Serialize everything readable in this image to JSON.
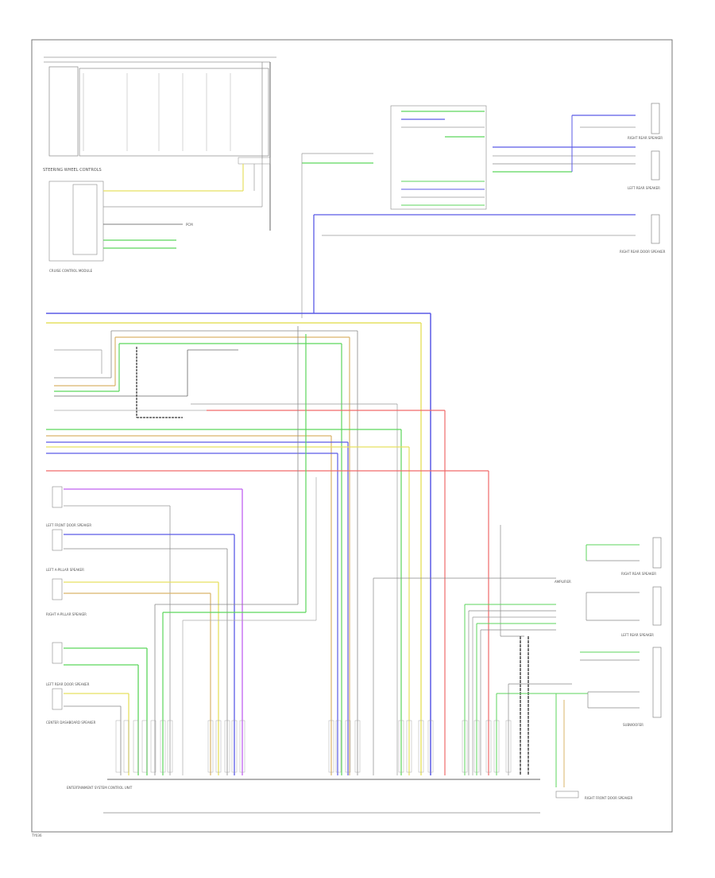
{
  "title": "",
  "labels": {
    "steering_wheel_controls": "STEERING WHEEL CONTROLS",
    "pcm": "PCM",
    "cruise_control_module": "CRUISE CONTROL MODULE",
    "left_front_door_speaker": "LEFT FRONT DOOR SPEAKER",
    "left_a_pillar_speaker": "LEFT A-PILLAR SPEAKER",
    "right_a_pillar_speaker": "RIGHT A-PILLAR SPEAKER",
    "left_rear_door_speaker": "LEFT REAR DOOR SPEAKER",
    "center_dashboard_speaker": "CENTER DASHBOARD SPEAKER",
    "right_rear_speaker_top": "RIGHT REAR SPEAKER",
    "left_rear_speaker_top": "LEFT REAR SPEAKER",
    "right_rear_door_speaker": "RIGHT REAR DOOR SPEAKER",
    "right_rear_speaker_mid": "RIGHT REAR SPEAKER",
    "left_rear_speaker_mid": "LEFT REAR SPEAKER",
    "subwoofer": "SUBWOOFER",
    "amplifier": "AMPLIFIER",
    "entertainment_control_unit": "ENTERTAINMENT SYSTEM CONTROL UNIT",
    "right_front_door_speaker": "RIGHT FRONT DOOR SPEAKER",
    "footer_code": "TY036"
  },
  "wire_colors": {
    "blue": "#5a5ae6",
    "yellow": "#e6e060",
    "green": "#5cd65c",
    "red": "#f06a6a",
    "violet": "#c060f0",
    "tan": "#d9b46a",
    "gray": "#9a9a9a",
    "black": "#333333",
    "white": "#cccccc"
  }
}
